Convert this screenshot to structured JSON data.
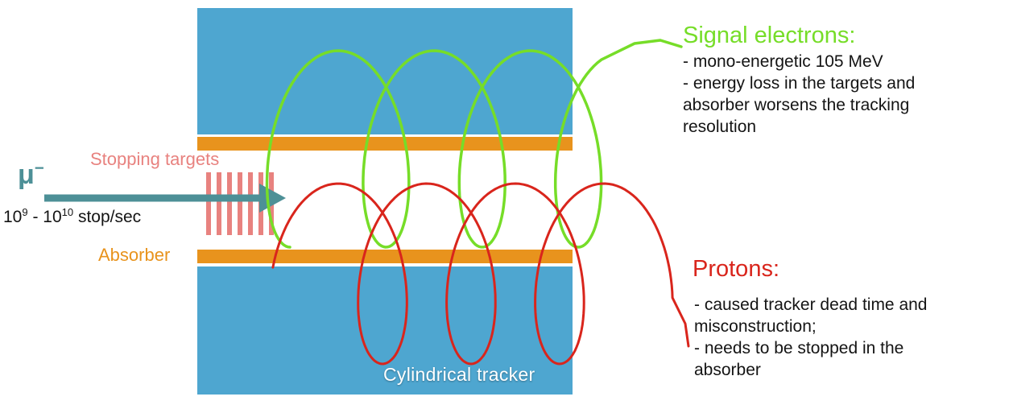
{
  "colors": {
    "blue": "#4ea6d0",
    "orange": "#e8931d",
    "salmon": "#e8827f",
    "teal": "#4d9097",
    "green": "#76dd28",
    "red": "#d9251c",
    "ink": "#141414"
  },
  "beam": {
    "particle": "μ",
    "charge": "−",
    "rate_base1": "10",
    "rate_exp1": "9",
    "rate_sep": " - ",
    "rate_base2": "10",
    "rate_exp2": "10",
    "rate_unit": " stop/sec"
  },
  "targets": {
    "label": "Stopping targets",
    "count": 7
  },
  "absorber_label": "Absorber",
  "tracker_label": "Cylindrical tracker",
  "signal_electrons": {
    "title": "Signal electrons:",
    "bullets": [
      "- mono-energetic 105 MeV",
      "- energy loss in the targets and absorber worsens the tracking resolution"
    ]
  },
  "protons": {
    "title": "Protons:",
    "bullets": [
      "- caused tracker dead time and misconstruction;",
      "- needs to be stopped in the absorber"
    ]
  }
}
